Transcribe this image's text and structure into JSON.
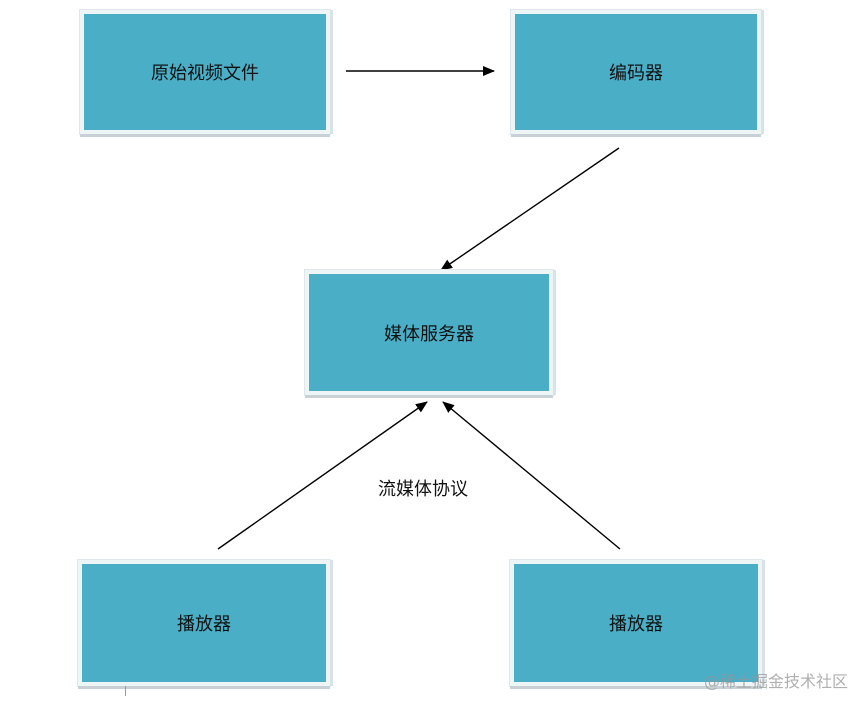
{
  "nodes": {
    "source": "原始视频文件",
    "encoder": "编码器",
    "server": "媒体服务器",
    "player_1": "播放器",
    "player_2": "播放器"
  },
  "edge_labels": {
    "protocol": "流媒体协议"
  },
  "watermark": "@稀土掘金技术社区",
  "colors": {
    "box_fill": "#4aaec7",
    "box_border": "#eef5f7",
    "line": "#000000"
  }
}
